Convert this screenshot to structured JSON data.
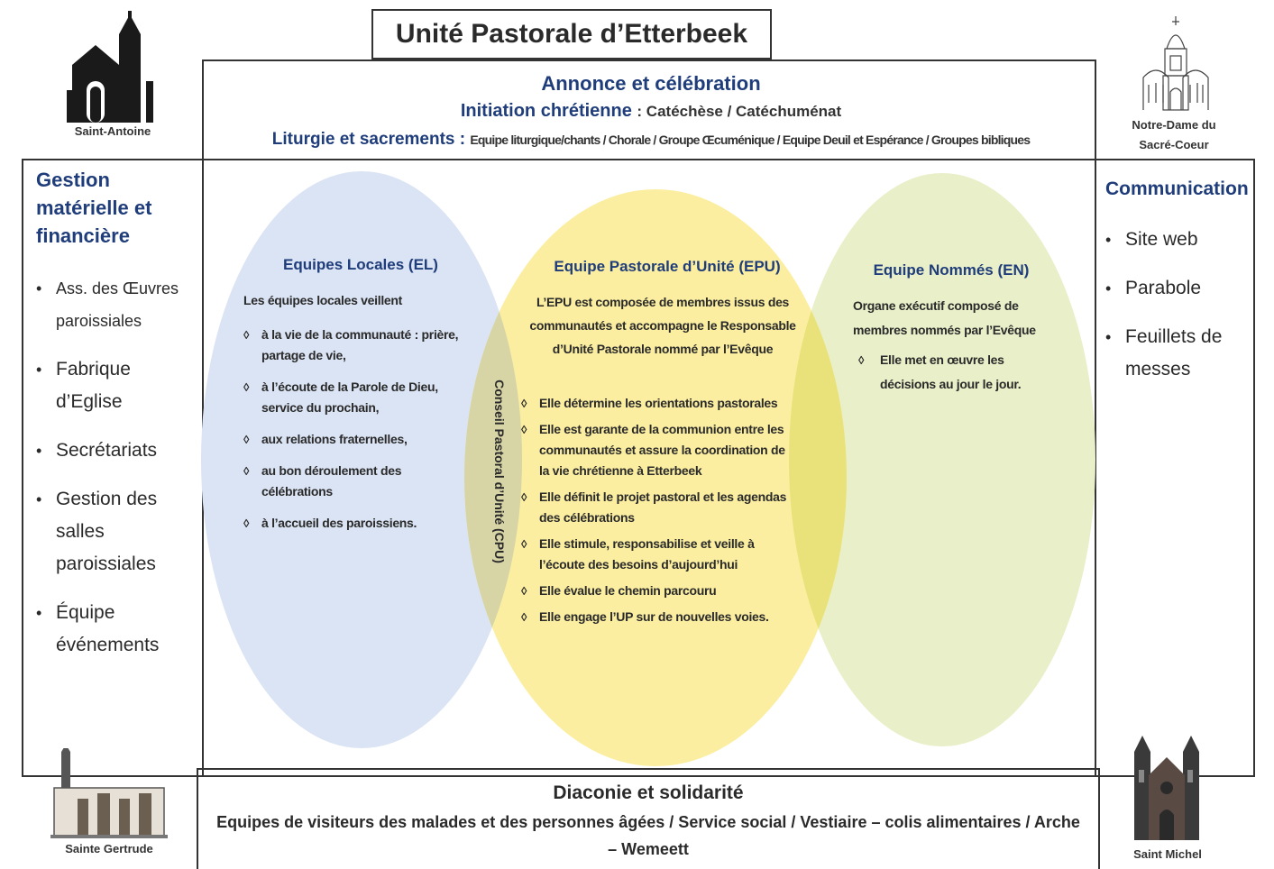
{
  "title": "Unité Pastorale d’Etterbeek",
  "top": {
    "heading": "Annonce et célébration",
    "initiation_label": "Initiation chrétienne",
    "initiation_text": ": Catéchèse / Catéchuménat",
    "liturgie_label": "Liturgie et sacrements :",
    "liturgie_text": "Equipe liturgique/chants / Chorale / Groupe Œcuménique / Equipe Deuil et Espérance / Groupes bibliques"
  },
  "left": {
    "title": "Gestion matérielle et financière",
    "items": [
      "Ass. des Œuvres paroissiales",
      "Fabrique d’Eglise",
      "Secrétariats",
      "Gestion des salles paroissiales",
      "Équipe événements"
    ]
  },
  "right": {
    "title": "Communication",
    "items": [
      "Site web",
      "Parabole",
      "Feuillets de messes"
    ]
  },
  "ellipses": {
    "el": {
      "title": "Equipes Locales (EL)",
      "intro": "Les équipes locales veillent",
      "items": [
        "à la vie de la communauté : prière, partage de vie,",
        "à l’écoute de la Parole de Dieu, service du prochain,",
        "aux relations fraternelles,",
        "au bon déroulement des célébrations",
        "à l’accueil des paroissiens."
      ]
    },
    "epu": {
      "title": "Equipe Pastorale d’Unité (EPU)",
      "intro": "L’EPU est composée de membres issus des communautés et accompagne le Responsable d’Unité Pastorale nommé par l’Evêque",
      "items": [
        "Elle détermine les orientations pastorales",
        "Elle est garante de la communion entre les communautés et assure la coordination de la vie chrétienne à Etterbeek",
        "Elle définit le projet pastoral et les agendas des célébrations",
        "Elle stimule, responsabilise et veille à l’écoute des besoins d’aujourd’hui",
        "Elle évalue le chemin parcouru",
        "Elle engage l’UP sur de nouvelles voies."
      ]
    },
    "en": {
      "title": "Equipe Nommés (EN)",
      "intro": "Organe exécutif composé de membres nommés par l’Evêque",
      "items": [
        "Elle met en œuvre les décisions au jour le jour."
      ]
    },
    "cpu_vertical": "Conseil Pastoral d’Unité (CPU)"
  },
  "bottom": {
    "heading": "Diaconie et solidarité",
    "text": "Equipes de visiteurs des malades et des personnes âgées / Service social / Vestiaire – colis  alimentaires / Arche – Wemeett"
  },
  "churches": {
    "top_left": "Saint-Antoine",
    "top_right": "Notre-Dame du Sacré-Coeur",
    "bottom_left": "Sainte Gertrude",
    "bottom_right": "Saint Michel"
  },
  "colors": {
    "ellipse_blue": "#dbe4f4",
    "ellipse_yellow": "#fbeea0",
    "ellipse_green": "#e9efc8",
    "overlap_left": "#d7d4a6",
    "overlap_right": "#e9e27a",
    "heading_blue": "#1f3d7a"
  }
}
